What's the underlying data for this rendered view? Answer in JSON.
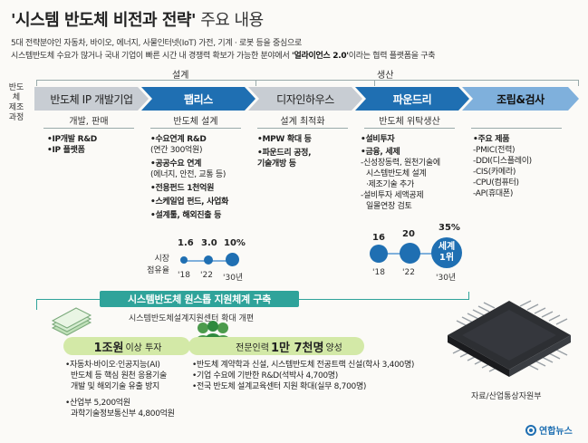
{
  "header": {
    "title_bold": "'시스템 반도체 비전과 전략'",
    "title_normal": " 주요 내용",
    "subtitle_line1": "5대 전략분야인 자동차, 바이오, 에너지, 사물인터넷(IoT) 가전, 기계 · 로봇 등을 중심으로",
    "subtitle_line2_pre": "시스템반도체 수요가 많거나 국내 기업이 빠른 시간 내 경쟁력 확보가 가능한 분야에서 ",
    "subtitle_line2_bold": "'얼라이언스 2.0'",
    "subtitle_line2_post": "이라는 협력 플랫폼을 구축"
  },
  "phases": {
    "design": "설계",
    "production": "생산"
  },
  "left_label": [
    "반도체",
    "제조",
    "과정"
  ],
  "stages": [
    {
      "label": "반도체 IP 개발기업",
      "role": "개발, 판매"
    },
    {
      "label": "팹리스",
      "role": "반도체 설계"
    },
    {
      "label": "디자인하우스",
      "role": "설계 최적화"
    },
    {
      "label": "파운드리",
      "role": "반도체 위탁생산"
    },
    {
      "label": "조립&검사",
      "role": ""
    }
  ],
  "ip_items": [
    "•IP개발 R&D",
    "•IP 플랫폼"
  ],
  "fabless_items": [
    {
      "text": "•수요연계 R&D",
      "bold": true
    },
    {
      "text": "(연간 300억원)",
      "bold": false
    },
    {
      "text": "•공공수요 연계",
      "bold": true
    },
    {
      "text": "(에너지, 안전, 교통 등)",
      "bold": false
    },
    {
      "text": "•전용펀드 1천억원",
      "bold": true
    },
    {
      "text": "•스케일업 펀드, 사업화",
      "bold": true
    },
    {
      "text": "•설계툴, 해외진출 등",
      "bold": true
    }
  ],
  "designhouse_items": [
    "•MPW 확대 등",
    "•파운드리 공정,",
    "기술개방 등"
  ],
  "foundry_items": [
    {
      "text": "•설비투자",
      "bold": true
    },
    {
      "text": "•금융, 세제",
      "bold": true
    },
    {
      "text": "-신성장동력, 원천기술에",
      "bold": false
    },
    {
      "text": "시스템반도체 설계",
      "bold": false
    },
    {
      "text": "·제조기술 추가",
      "bold": false
    },
    {
      "text": "-설비투자 세액공제",
      "bold": false
    },
    {
      "text": "일몰연장 검토",
      "bold": false
    }
  ],
  "assembly_items": [
    "•주요 제품",
    "-PMIC(전력)",
    "-DDI(디스플레이)",
    "-CIS(카메라)",
    "-CPU(컴퓨터)",
    "-AP(휴대폰)"
  ],
  "fabless_share": {
    "label_line1": "시장",
    "label_line2": "점유율",
    "values": [
      "1.6",
      "3.0",
      "10%"
    ],
    "years": [
      "'18",
      "'22",
      "'30년"
    ]
  },
  "foundry_share": {
    "values": [
      "16",
      "20",
      "35%"
    ],
    "years": [
      "'18",
      "'22",
      "'30년"
    ],
    "target_line1": "세계",
    "target_line2": "1위"
  },
  "support": {
    "banner": "시스템반도체 원스톱 지원체계 구축",
    "subtitle": "시스템반도체설계지원센터 확대 개편"
  },
  "investment": {
    "num": "1조원",
    "text": " 이상 투자",
    "items": [
      "•자동차·바이오·인공지능(AI)",
      "반도체 등 핵심 원천 응용기술",
      "개발 및 해외기술 유출 방지",
      "",
      "•산업부 5,200억원",
      "과학기술정보통신부 4,800억원"
    ]
  },
  "talent": {
    "pre": "전문인력 ",
    "num": "1만 7천명",
    "post": " 양성",
    "items": [
      "•반도체 계약학과 신설, 시스템반도체 전공트랙 신설(학사 3,400명)",
      "•기업 수요에 기반한 R&D(석박사 4,700명)",
      "•전국 반도체 설계교육센터 지원 확대(실무 8,700명)"
    ]
  },
  "source": "자료/산업통상자원부",
  "logo": "연합뉴스"
}
